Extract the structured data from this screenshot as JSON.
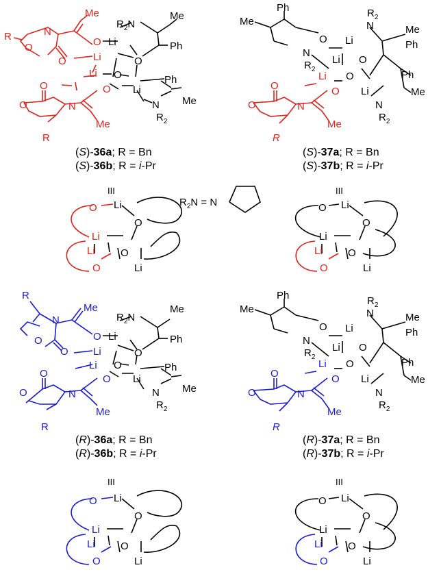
{
  "colors": {
    "red": "#e0221b",
    "blue": "#1a1ad6",
    "black": "#000000"
  },
  "atoms": {
    "Li": "Li",
    "O": "O",
    "N": "N",
    "Me": "Me",
    "Ph": "Ph",
    "R": "R",
    "R2": "2",
    "R2N": "R",
    "Rsub": "2"
  },
  "amine_def": {
    "lhs": "R",
    "sub": "2",
    "mid": "N = ",
    "n": "N"
  },
  "equivalence": "III",
  "captions": {
    "s36a": {
      "pre": "(",
      "stereo": "S",
      "post": ")-",
      "code": "36a",
      "tail": "; R = Bn"
    },
    "s36b": {
      "pre": "(",
      "stereo": "S",
      "post": ")-",
      "code": "36b",
      "tail": "; R = ",
      "tail_i": "i",
      "tail_end": "-Pr"
    },
    "s37a": {
      "pre": "(",
      "stereo": "S",
      "post": ")-",
      "code": "37a",
      "tail": "; R = Bn"
    },
    "s37b": {
      "pre": "(",
      "stereo": "S",
      "post": ")-",
      "code": "37b",
      "tail": "; R = ",
      "tail_i": "i",
      "tail_end": "-Pr"
    },
    "r36a": {
      "pre": "(",
      "stereo": "R",
      "post": ")-",
      "code": "36a",
      "tail": "; R = Bn"
    },
    "r36b": {
      "pre": "(",
      "stereo": "R",
      "post": ")-",
      "code": "36b",
      "tail": "; R = ",
      "tail_i": "i",
      "tail_end": "-Pr"
    },
    "r37a": {
      "pre": "(",
      "stereo": "R",
      "post": ")-",
      "code": "37a",
      "tail": "; R = Bn"
    },
    "r37b": {
      "pre": "(",
      "stereo": "R",
      "post": ")-",
      "code": "37b",
      "tail": "; R = ",
      "tail_i": "i",
      "tail_end": "-Pr"
    }
  }
}
